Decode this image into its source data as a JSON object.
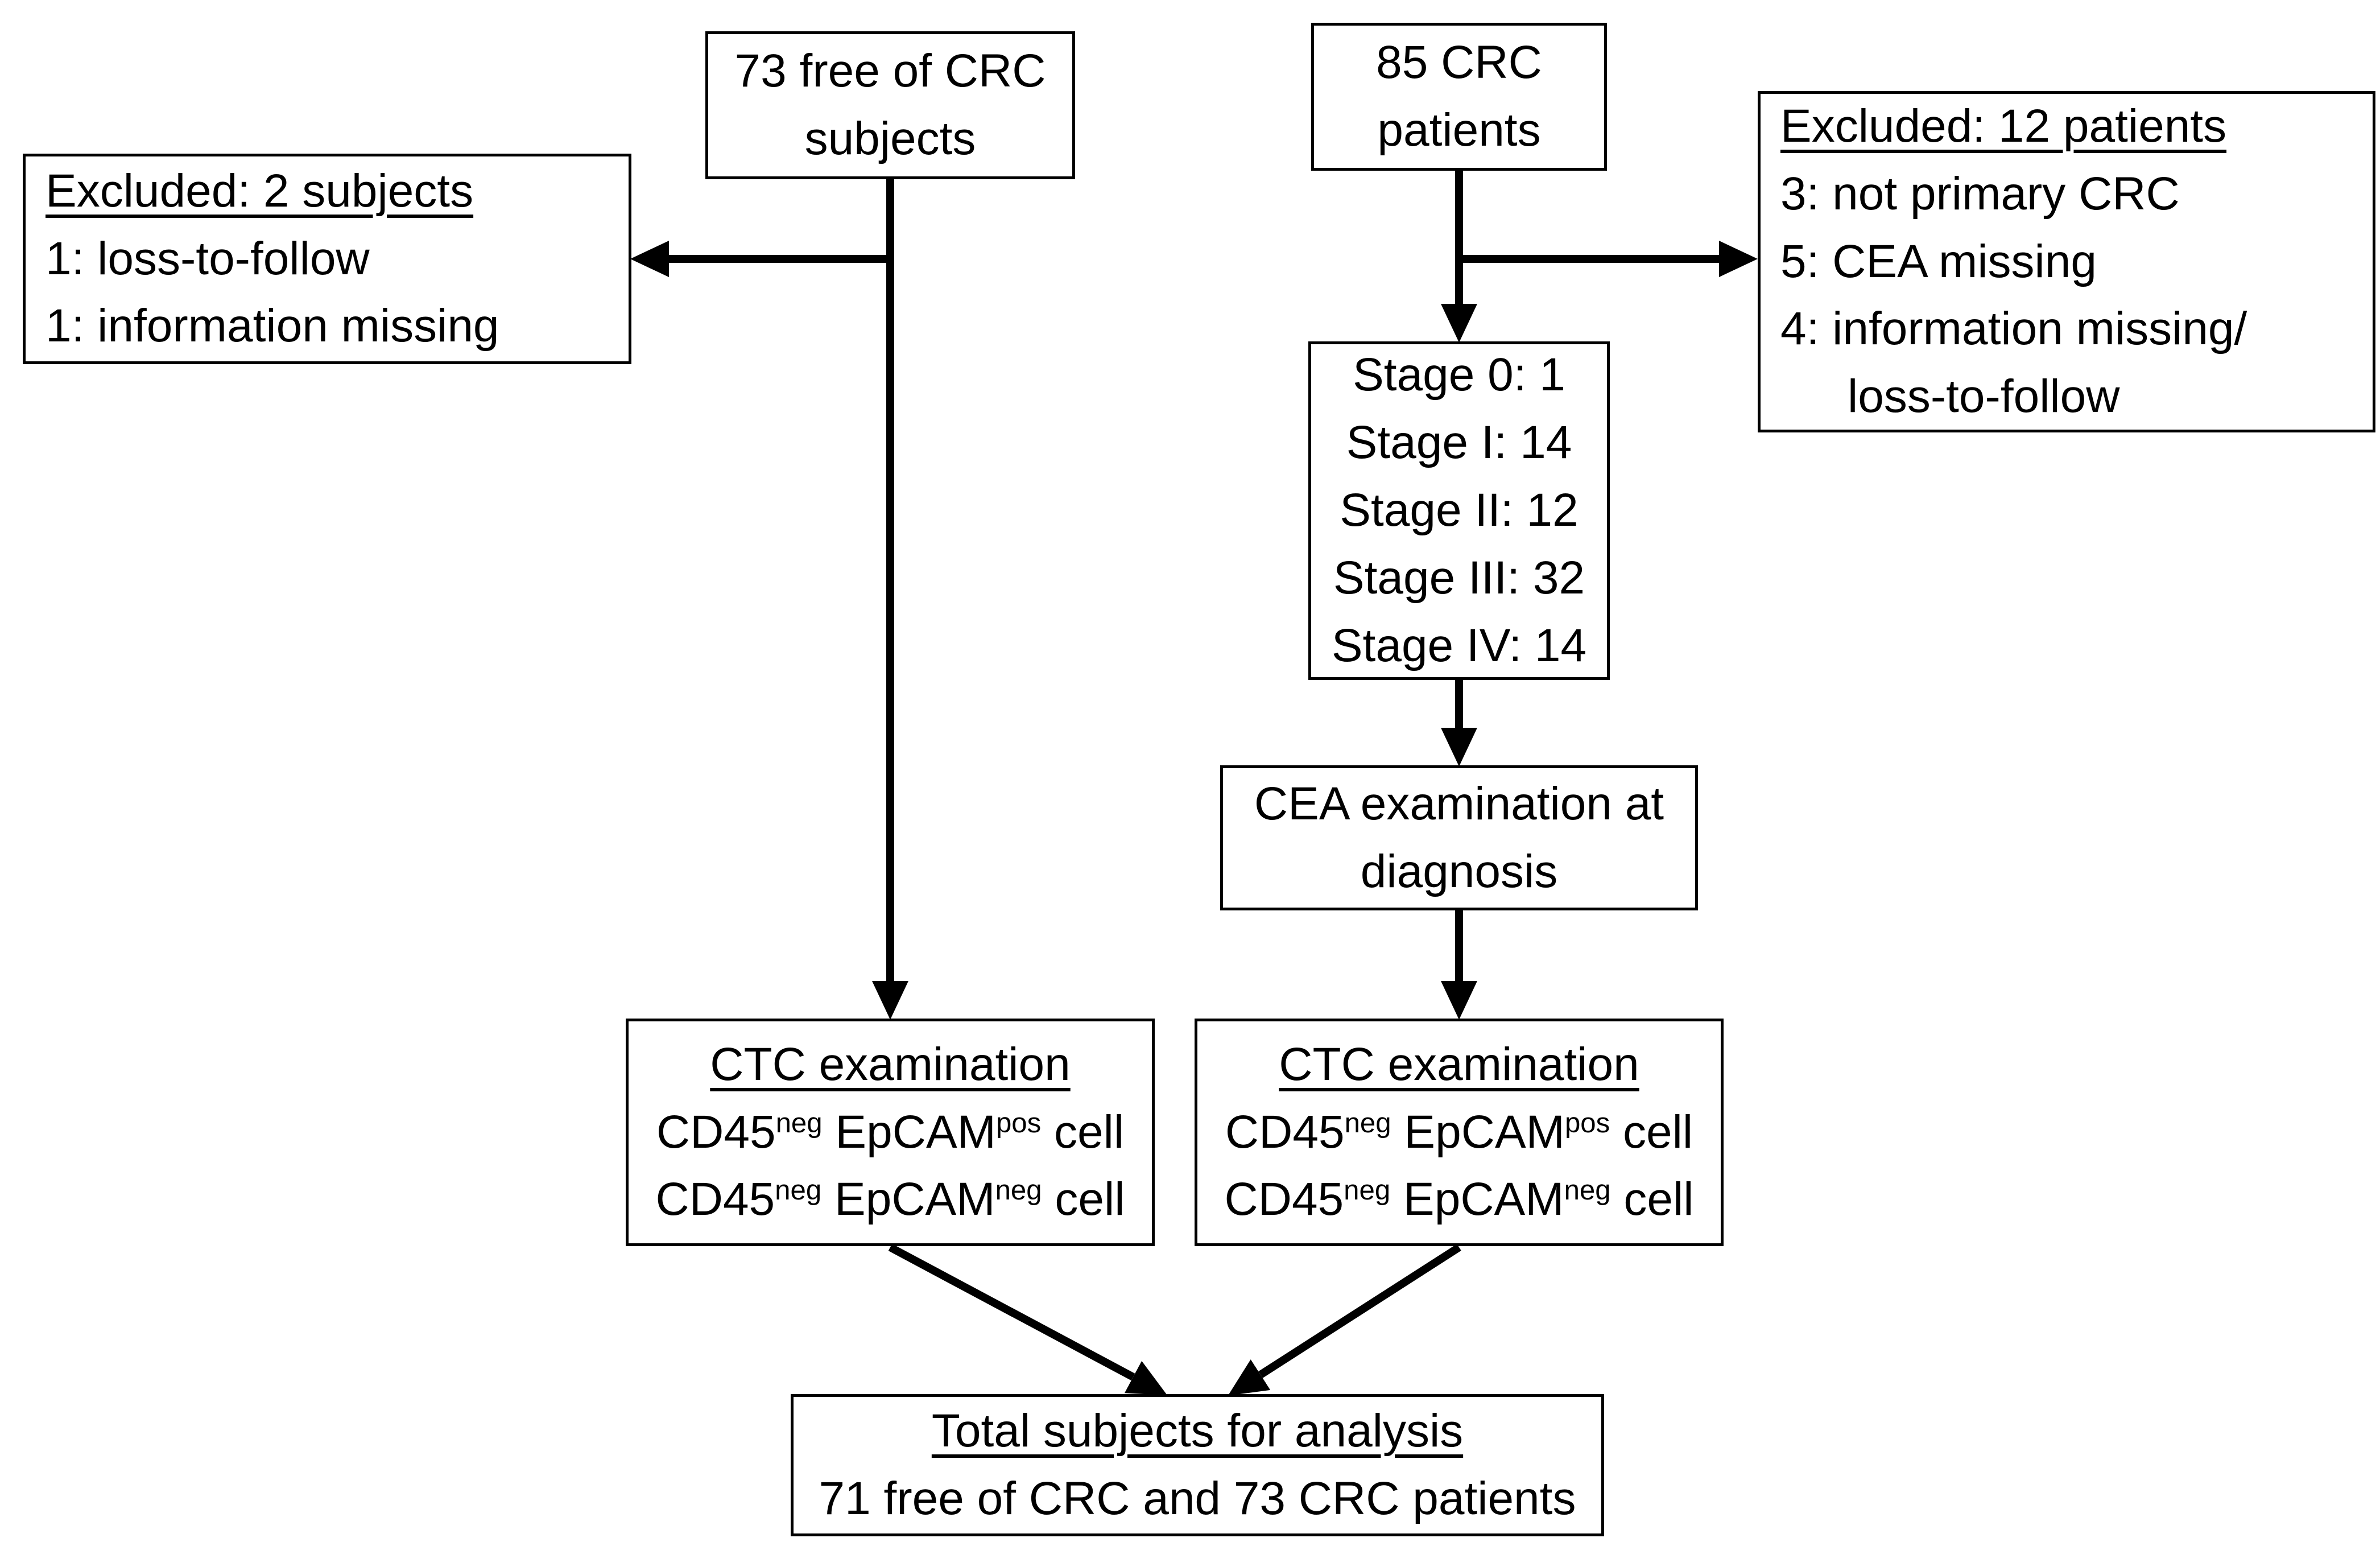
{
  "colors": {
    "ink": "#000000",
    "background": "#ffffff"
  },
  "flowchart": {
    "free_of_crc_box": {
      "lines": [
        "73 free of CRC",
        "subjects"
      ]
    },
    "excluded_free_box": {
      "title": "Excluded: 2 subjects",
      "items": [
        "1: loss-to-follow",
        "1: information missing"
      ]
    },
    "crc_patients_box": {
      "lines": [
        "85 CRC",
        "patients"
      ]
    },
    "excluded_crc_box": {
      "title": "Excluded: 12 patients",
      "items": [
        "3: not primary CRC",
        "5: CEA missing",
        "4: information missing/",
        "loss-to-follow"
      ]
    },
    "stage_box": {
      "lines": [
        "Stage 0: 1",
        "Stage I: 14",
        "Stage II: 12",
        "Stage III: 32",
        "Stage IV: 14"
      ]
    },
    "cea_box": {
      "lines": [
        "CEA examination at",
        "diagnosis"
      ]
    },
    "ctc_left_box": {
      "title": "CTC examination",
      "lines_rich": [
        "CD45[neg] EpCAM[pos] cell",
        "CD45[neg] EpCAM[neg] cell"
      ]
    },
    "ctc_right_box": {
      "title": "CTC examination",
      "lines_rich": [
        "CD45[neg] EpCAM[pos] cell",
        "CD45[neg] EpCAM[neg] cell"
      ]
    },
    "total_box": {
      "title": "Total subjects for analysis",
      "line": "71 free of CRC and 73 CRC patients"
    }
  }
}
